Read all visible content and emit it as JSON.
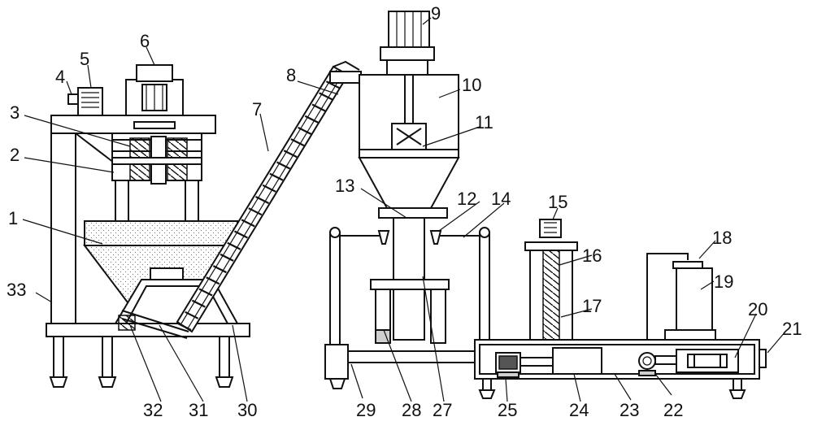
{
  "labels": [
    {
      "text": "1"
    },
    {
      "text": "2"
    },
    {
      "text": "3"
    },
    {
      "text": "4"
    },
    {
      "text": "5"
    },
    {
      "text": "6"
    },
    {
      "text": "7"
    },
    {
      "text": "8"
    },
    {
      "text": "9"
    },
    {
      "text": "10"
    },
    {
      "text": "11"
    },
    {
      "text": "12"
    },
    {
      "text": "13"
    },
    {
      "text": "14"
    },
    {
      "text": "15"
    },
    {
      "text": "16"
    },
    {
      "text": "17"
    },
    {
      "text": "18"
    },
    {
      "text": "19"
    },
    {
      "text": "20"
    },
    {
      "text": "21"
    },
    {
      "text": "22"
    },
    {
      "text": "23"
    },
    {
      "text": "24"
    },
    {
      "text": "25"
    },
    {
      "text": "27"
    },
    {
      "text": "28"
    },
    {
      "text": "29"
    },
    {
      "text": "30"
    },
    {
      "text": "31"
    },
    {
      "text": "32"
    },
    {
      "text": "33"
    }
  ]
}
